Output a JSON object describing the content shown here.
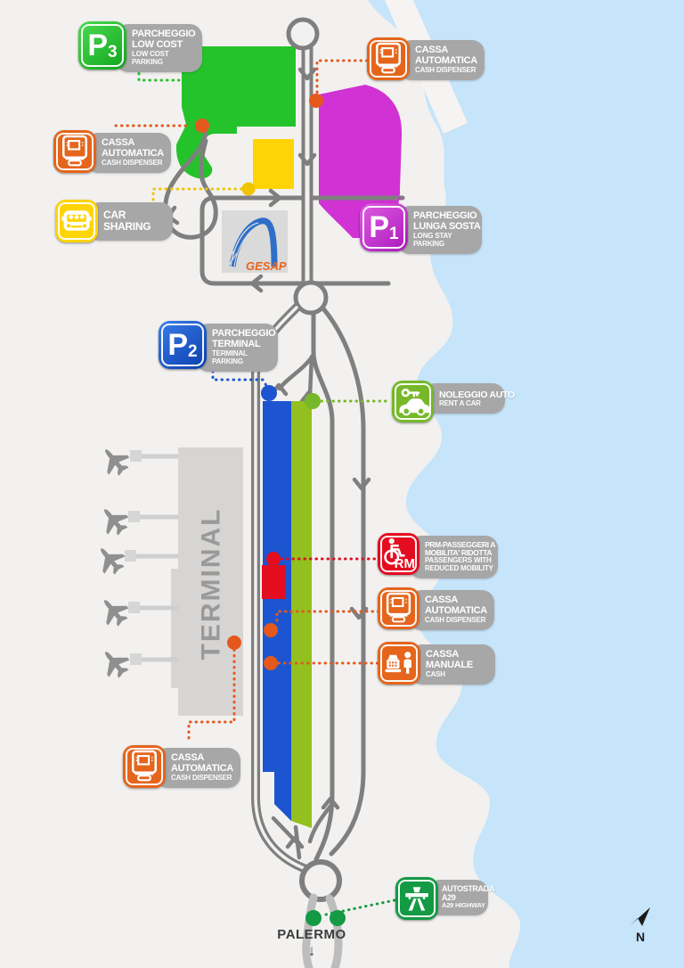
{
  "colors": {
    "land": "#f2f1ef",
    "sea": "#c6e4fa",
    "road": "#7f7f7f",
    "road-light": "#bdbdbd",
    "label": "#a7a7a7",
    "terminal": "#d6d5d4",
    "terminal-text": "#9a9a9a",
    "green": "#25c32b",
    "green-dark": "#149a44",
    "lime": "#92c01e",
    "olive": "#76b82a",
    "blue": "#1d55d0",
    "magenta": "#d032d3",
    "yellow": "#ffd405",
    "orange": "#e5651c",
    "orange-dot": "#e5581c",
    "red": "#e30d1f",
    "text-dark": "#3c3c3c"
  },
  "map": {
    "terminal": "TERMINAL",
    "gesap": "GESAP",
    "palermo": "PALERMO",
    "palermo_arrow": "↓",
    "north": "N"
  },
  "icons": {
    "p3": "parking-p3-icon",
    "p2": "parking-p2-icon",
    "p1": "parking-p1-icon",
    "cassa_automatica": "atm-icon",
    "car_sharing": "minibus-icon",
    "noleggio": "car-with-key-icon",
    "prm": "wheelchair-icon",
    "cassa_manuale": "cash-register-person-icon",
    "autostrada": "motorway-icon",
    "planes": "airplane-icon",
    "north": "north-arrow-icon",
    "gesap": "gesap-bridge-logo"
  },
  "badges": {
    "p3": {
      "p": "P",
      "num": "3",
      "it": [
        "PARCHEGGIO",
        "LOW COST"
      ],
      "en": [
        "LOW COST",
        "PARKING"
      ]
    },
    "cassa_top": {
      "it": [
        "CASSA",
        "AUTOMATICA"
      ],
      "en": [
        "CASH DISPENSER"
      ]
    },
    "cassa_left": {
      "it": [
        "CASSA",
        "AUTOMATICA"
      ],
      "en": [
        "CASH DISPENSER"
      ]
    },
    "car_sharing": {
      "it": [
        "CAR",
        "SHARING"
      ],
      "en": []
    },
    "p1": {
      "p": "P",
      "num": "1",
      "it": [
        "PARCHEGGIO",
        "LUNGA SOSTA"
      ],
      "en": [
        "LONG STAY",
        "PARKING"
      ]
    },
    "p2": {
      "p": "P",
      "num": "2",
      "it": [
        "PARCHEGGIO",
        "TERMINAL"
      ],
      "en": [
        "TERMINAL",
        "PARKING"
      ]
    },
    "noleggio": {
      "it": [
        "NOLEGGIO AUTO"
      ],
      "en": [
        "RENT A CAR"
      ]
    },
    "prm": {
      "icon_text": "RM",
      "it": [
        "PRM-PASSEGGERI A",
        "MOBILITA' RIDOTTA"
      ],
      "en": [
        "PASSENGERS WITH",
        "REDUCED MOBILITY"
      ]
    },
    "cassa_mid": {
      "it": [
        "CASSA",
        "AUTOMATICA"
      ],
      "en": [
        "CASH DISPENSER"
      ]
    },
    "cassa_manuale": {
      "it": [
        "CASSA",
        "MANUALE"
      ],
      "en": [
        "CASH"
      ]
    },
    "cassa_bottom": {
      "it": [
        "CASSA",
        "AUTOMATICA"
      ],
      "en": [
        "CASH DISPENSER"
      ]
    },
    "autostrada": {
      "it": [
        "AUTOSTRADA",
        "A29"
      ],
      "en": [
        "A29 HIGHWAY"
      ]
    }
  }
}
